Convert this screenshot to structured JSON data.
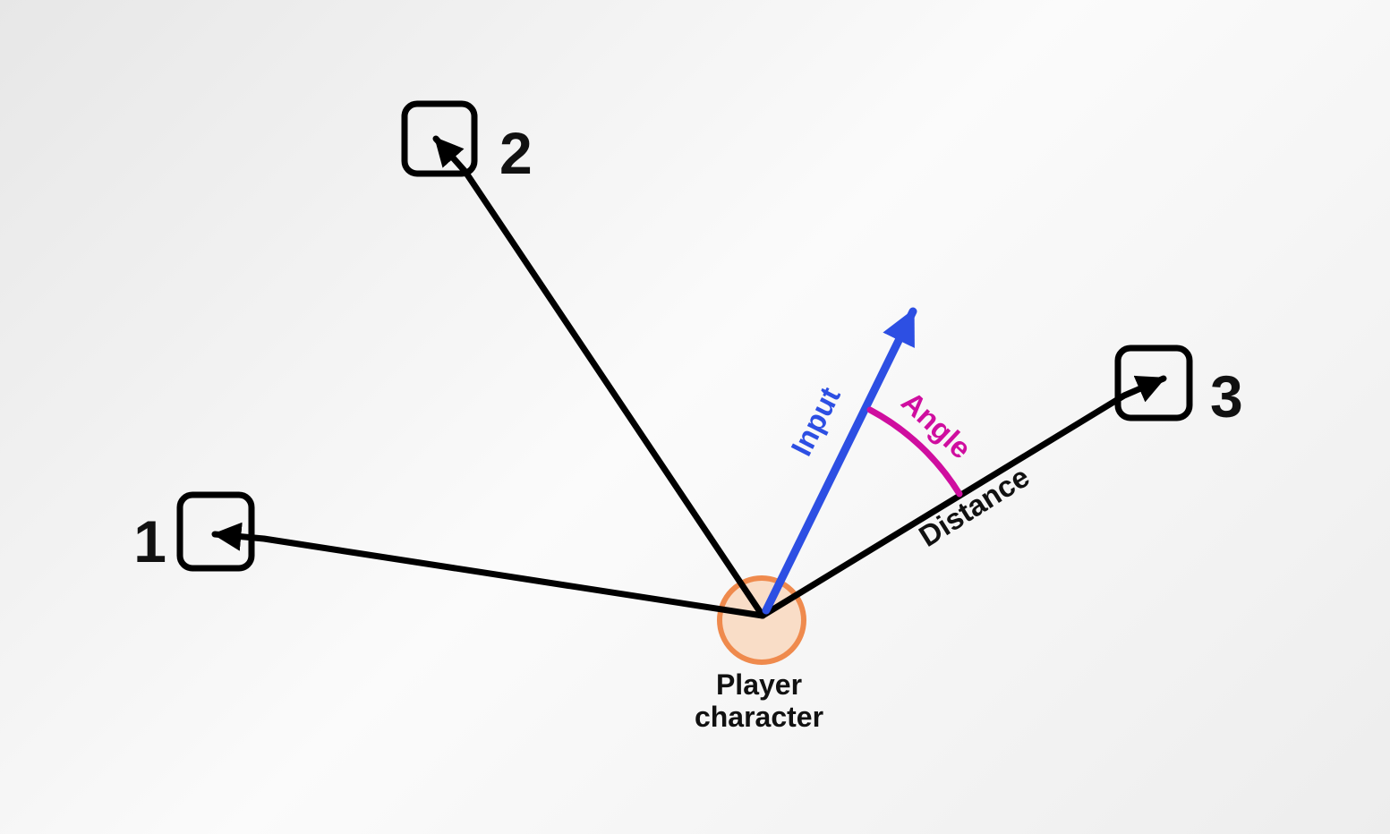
{
  "diagram": {
    "description": "Player character input-angle-distance diagram with three numbered direction targets",
    "player": {
      "label_line1": "Player",
      "label_line2": "character"
    },
    "targets": [
      {
        "label": "1"
      },
      {
        "label": "2"
      },
      {
        "label": "3"
      }
    ],
    "annotations": {
      "input": "Input",
      "angle": "Angle",
      "distance": "Distance"
    },
    "colors": {
      "input_arrow": "#2d4fe3",
      "angle_arc": "#cf0e9f",
      "player_fill": "#f9ddc7",
      "player_stroke": "#ef8a4d",
      "line": "#000000",
      "text": "#111111"
    }
  }
}
